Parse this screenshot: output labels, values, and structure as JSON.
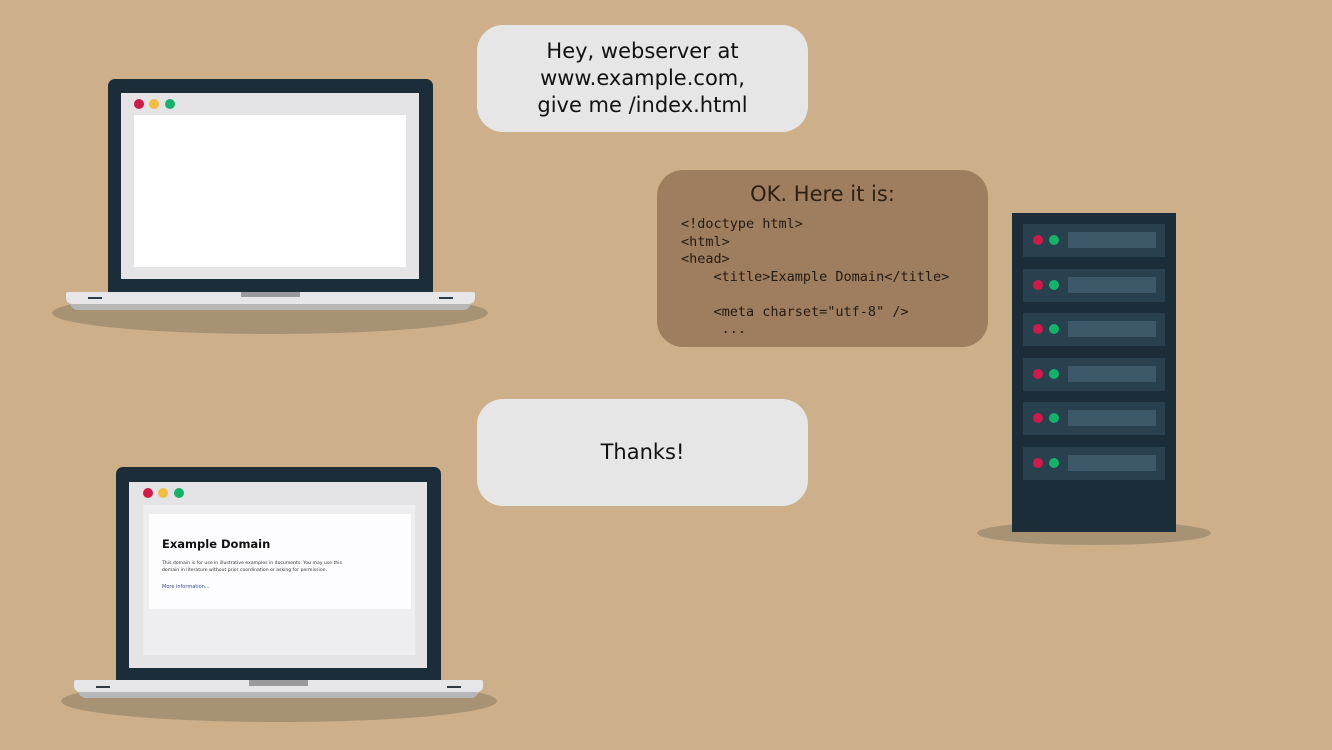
{
  "request_bubble": {
    "lines": [
      "Hey, webserver at",
      "www.example.com,",
      "give me /index.html"
    ]
  },
  "response_bubble": {
    "heading": "OK.  Here it is:",
    "code_lines": [
      "<!doctype html>",
      "<html>",
      "<head>",
      "    <title>Example Domain</title>",
      "",
      "    <meta charset=\"utf-8\" />",
      "     ..."
    ]
  },
  "thanks_bubble": {
    "text": "Thanks!"
  },
  "rendered_page": {
    "title": "Example Domain",
    "body_lines": [
      "This domain is for use in illustrative examples in documents. You may use this",
      "domain in literature without prior coordination or asking for permission."
    ],
    "link": "More information..."
  },
  "server": {
    "units": 6
  },
  "colors": {
    "background": "#cdb089",
    "device_dark": "#1c2d3a",
    "bubble_light": "#e6e6e6",
    "bubble_brown": "#9e7e5e",
    "led_red": "#d21a49",
    "led_yellow": "#f2bd42",
    "led_green": "#14b26b"
  }
}
